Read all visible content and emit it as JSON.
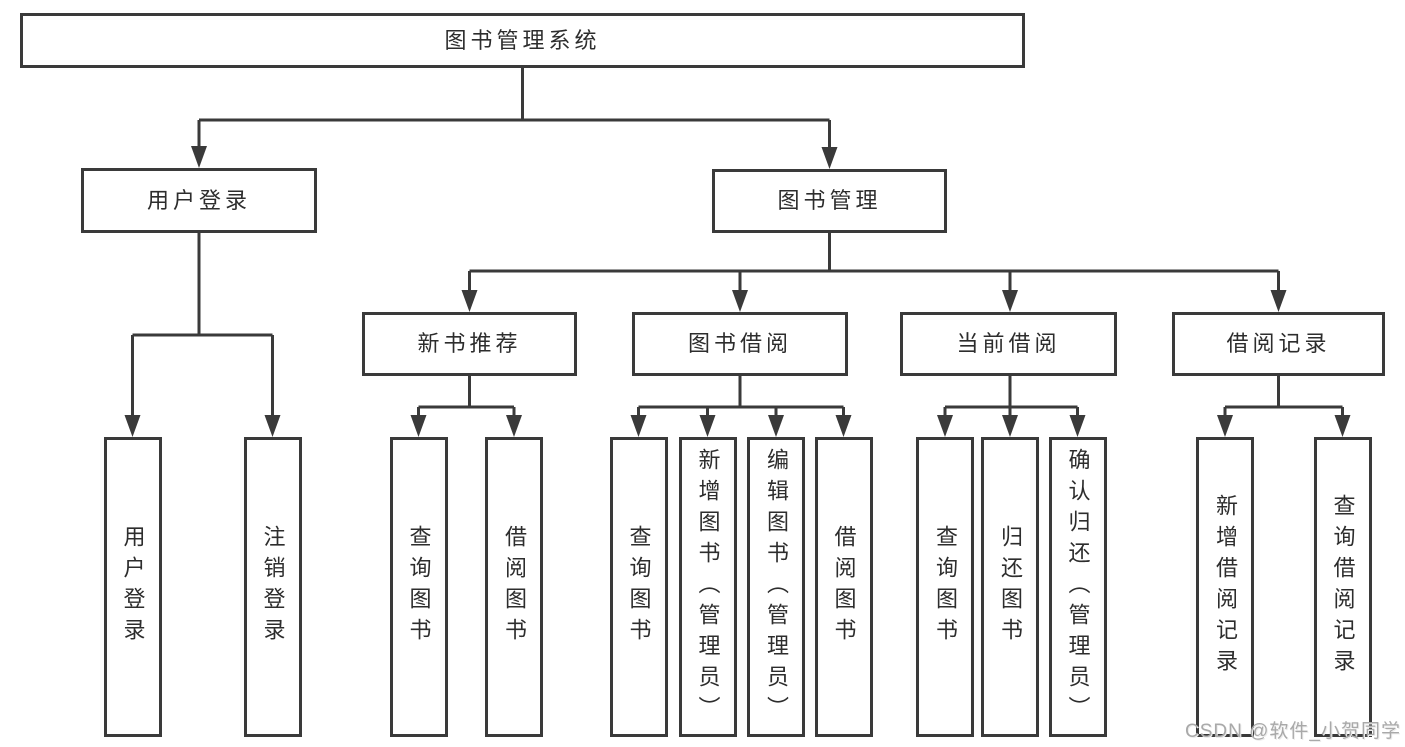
{
  "diagram": {
    "root": {
      "label": "图书管理系统"
    },
    "user_login_branch": {
      "label": "用户登录",
      "children": [
        {
          "label": "用户登录"
        },
        {
          "label": "注销登录"
        }
      ]
    },
    "book_management_branch": {
      "label": "图书管理",
      "sections": [
        {
          "label": "新书推荐",
          "children": [
            {
              "label": "查询图书"
            },
            {
              "label": "借阅图书"
            }
          ]
        },
        {
          "label": "图书借阅",
          "children": [
            {
              "label": "查询图书"
            },
            {
              "label": "新增图书（管理员）"
            },
            {
              "label": "编辑图书（管理员）"
            },
            {
              "label": "借阅图书"
            }
          ]
        },
        {
          "label": "当前借阅",
          "children": [
            {
              "label": "查询图书"
            },
            {
              "label": "归还图书"
            },
            {
              "label": "确认归还（管理员）"
            }
          ]
        },
        {
          "label": "借阅记录",
          "children": [
            {
              "label": "新增借阅记录"
            },
            {
              "label": "查询借阅记录"
            }
          ]
        }
      ]
    }
  },
  "watermark": "CSDN @软件_小贺同学",
  "colors": {
    "line": "#3a3a3a",
    "box_border": "#3a3a3a",
    "text": "#2d2d2d",
    "watermark": "#a9a9a9",
    "background": "#ffffff"
  }
}
